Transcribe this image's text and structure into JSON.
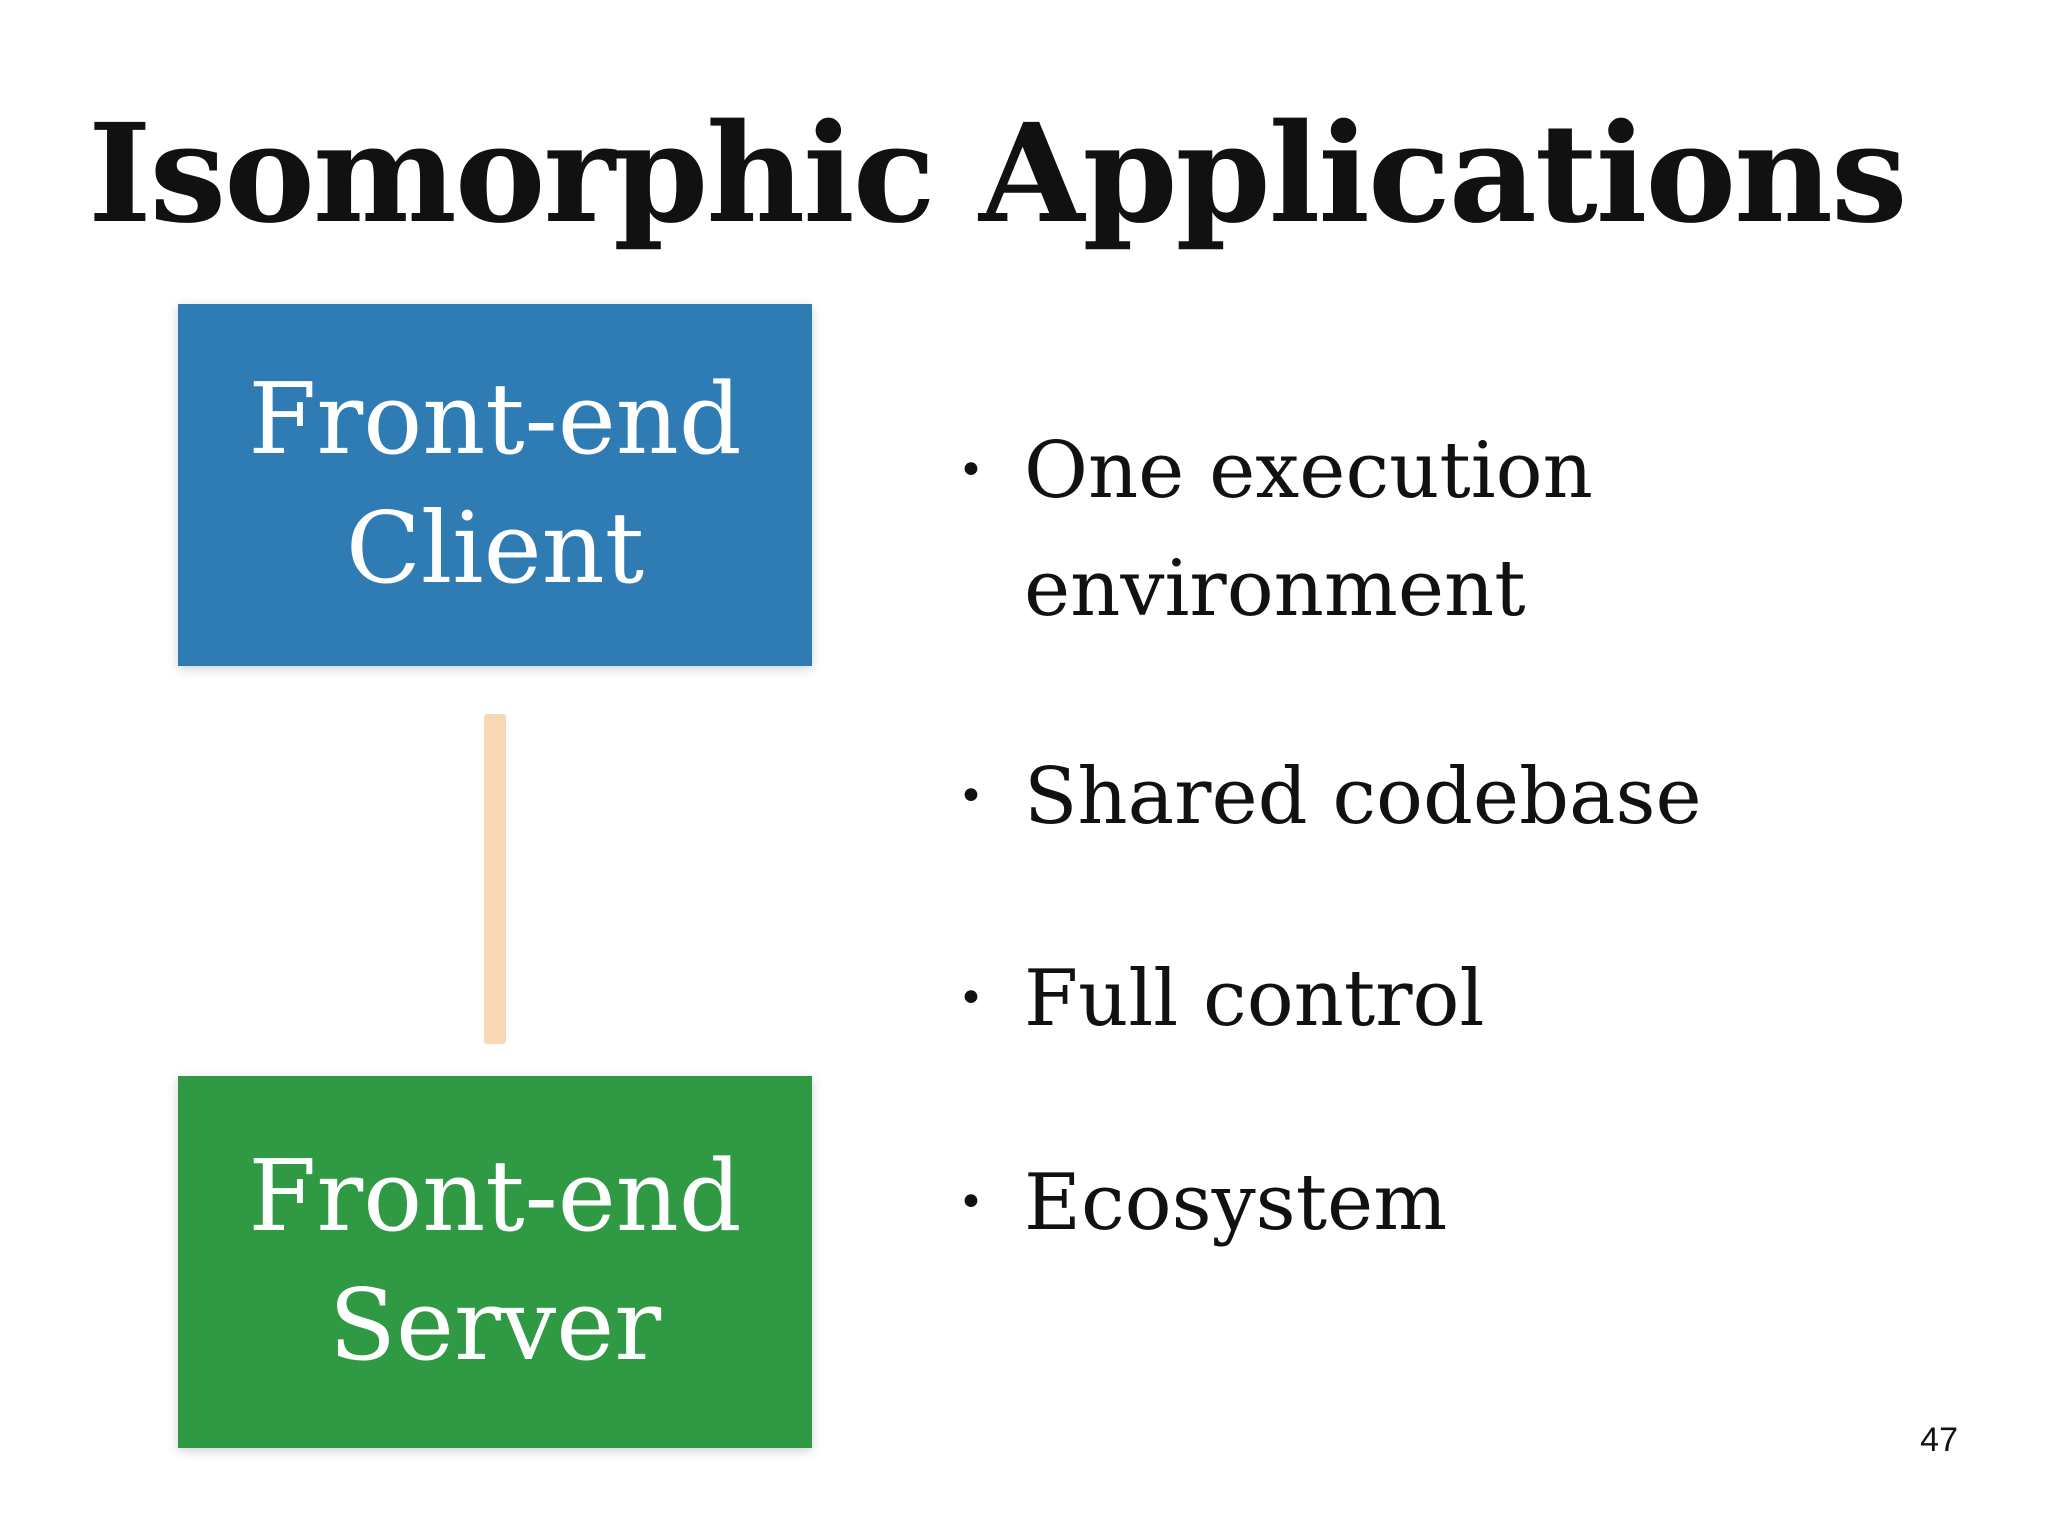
{
  "slide": {
    "title": "Isomorphic Applications",
    "page_number": "47"
  },
  "diagram": {
    "client_box": {
      "line1": "Front-end",
      "line2": "Client",
      "color": "#2f7cb4"
    },
    "server_box": {
      "line1": "Front-end",
      "line2": "Server",
      "color": "#2f9a43"
    },
    "connector_color": "#f6d8b4"
  },
  "bullets": [
    {
      "text": "One execution environment"
    },
    {
      "text": "Shared codebase"
    },
    {
      "text": "Full control"
    },
    {
      "text": "Ecosystem"
    }
  ],
  "bullet_symbol": "•"
}
